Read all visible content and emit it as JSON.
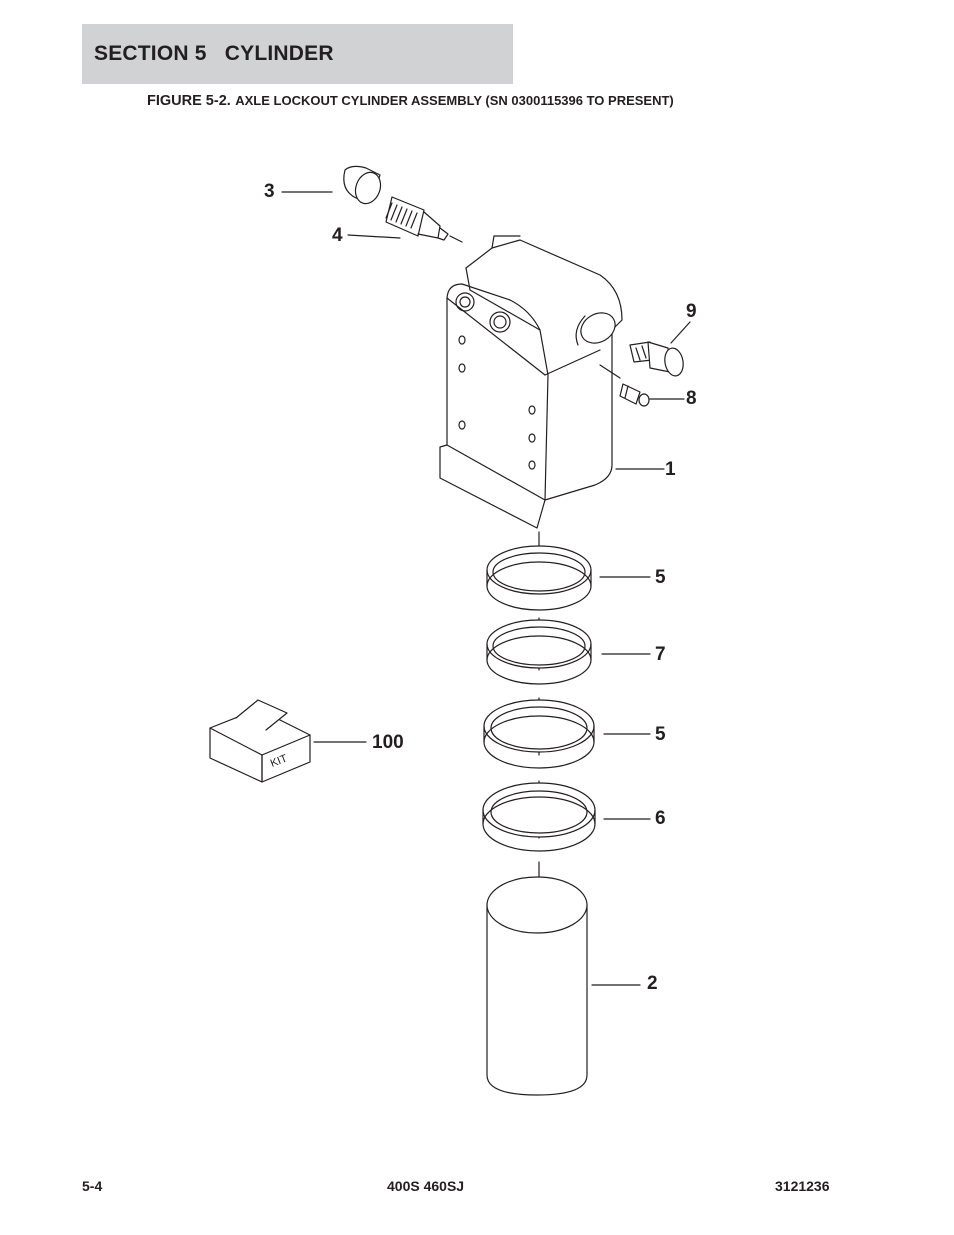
{
  "header": {
    "section_title": "SECTION 5   CYLINDER",
    "figure_number": "FIGURE 5-2.",
    "figure_title": "AXLE LOCKOUT CYLINDER ASSEMBLY (SN 0300115396 TO PRESENT)"
  },
  "diagram": {
    "kit_label": "KIT",
    "callouts": {
      "c1": "1",
      "c2": "2",
      "c3": "3",
      "c4": "4",
      "c5a": "5",
      "c5b": "5",
      "c6": "6",
      "c7": "7",
      "c8": "8",
      "c9": "9",
      "c100": "100"
    }
  },
  "footer": {
    "page": "5-4",
    "model": "400S 460SJ",
    "doc_number": "3121236"
  }
}
